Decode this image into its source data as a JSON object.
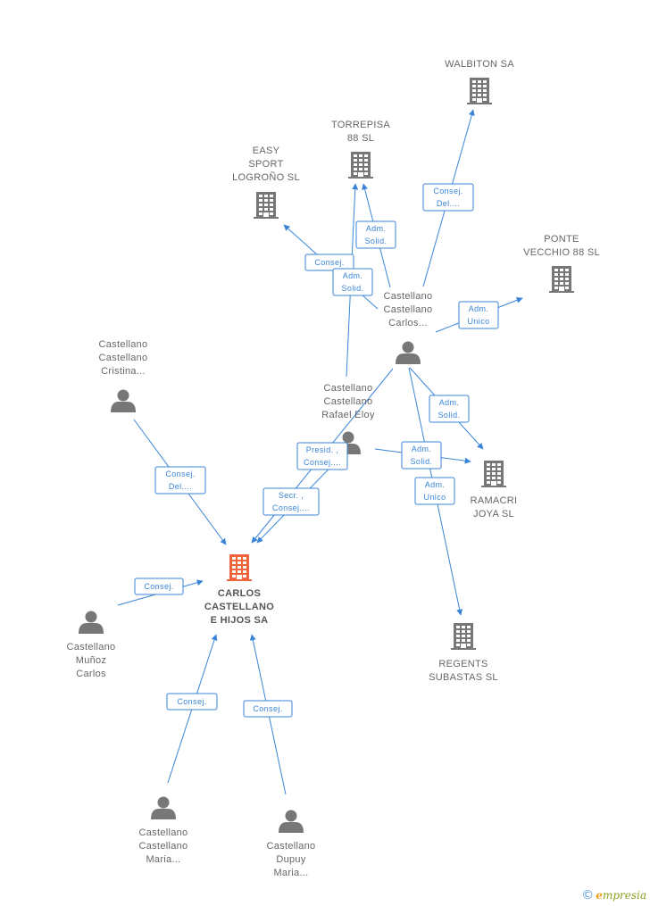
{
  "nodes": [
    {
      "id": "carlos_hijos",
      "kind": "company",
      "main": true,
      "lines": [
        "CARLOS",
        "CASTELLANO",
        "E HIJOS SA"
      ]
    },
    {
      "id": "walbiton",
      "kind": "company",
      "lines": [
        "WALBITON SA"
      ]
    },
    {
      "id": "torrepisa",
      "kind": "company",
      "lines": [
        "TORREPISA",
        "88  SL"
      ]
    },
    {
      "id": "easy",
      "kind": "company",
      "lines": [
        "EASY",
        "SPORT",
        "LOGROÑO  SL"
      ]
    },
    {
      "id": "ponte",
      "kind": "company",
      "lines": [
        "PONTE",
        "VECCHIO 88  SL"
      ]
    },
    {
      "id": "ramacri",
      "kind": "company",
      "lines": [
        "RAMACRI",
        "JOYA SL"
      ]
    },
    {
      "id": "regents",
      "kind": "company",
      "lines": [
        "REGENTS",
        "SUBASTAS SL"
      ]
    },
    {
      "id": "cc_carlos",
      "kind": "person",
      "lines": [
        "Castellano",
        "Castellano",
        "Carlos..."
      ]
    },
    {
      "id": "cc_rafael",
      "kind": "person",
      "lines": [
        "Castellano",
        "Castellano",
        "Rafael Eloy"
      ]
    },
    {
      "id": "cc_cristina",
      "kind": "person",
      "lines": [
        "Castellano",
        "Castellano",
        "Cristina..."
      ]
    },
    {
      "id": "cm_carlos",
      "kind": "person",
      "lines": [
        "Castellano",
        "Muñoz",
        "Carlos"
      ]
    },
    {
      "id": "cc_maria",
      "kind": "person",
      "lines": [
        "Castellano",
        "Castellano",
        "Maria..."
      ]
    },
    {
      "id": "cd_maria",
      "kind": "person",
      "lines": [
        "Castellano",
        "Dupuy",
        "Maria..."
      ]
    }
  ],
  "edges": [
    {
      "from": "cc_carlos",
      "to": "walbiton",
      "lines": [
        "Consej.",
        "Del...."
      ]
    },
    {
      "from": "cc_carlos",
      "to": "torrepisa",
      "lines": [
        "Adm.",
        "Solid."
      ]
    },
    {
      "from": "cc_carlos",
      "to": "easy",
      "lines": [
        "Consej."
      ]
    },
    {
      "from": "cc_rafael",
      "to": "torrepisa",
      "lines": [
        "Adm.",
        "Solid."
      ]
    },
    {
      "from": "cc_carlos",
      "to": "ponte",
      "lines": [
        "Adm.",
        "Unico"
      ]
    },
    {
      "from": "cc_carlos",
      "to": "ramacri",
      "lines": [
        "Adm.",
        "Solid."
      ]
    },
    {
      "from": "cc_rafael",
      "to": "ramacri",
      "lines": [
        "Adm.",
        "Solid."
      ]
    },
    {
      "from": "cc_carlos",
      "to": "regents",
      "lines": [
        "Adm.",
        "Unico"
      ]
    },
    {
      "from": "cc_carlos",
      "to": "carlos_hijos",
      "lines": [
        "Presid. ,",
        "Consej...."
      ]
    },
    {
      "from": "cc_rafael",
      "to": "carlos_hijos",
      "lines": [
        "Secr. ,",
        "Consej...."
      ]
    },
    {
      "from": "cc_cristina",
      "to": "carlos_hijos",
      "lines": [
        "Consej.",
        "Del...."
      ]
    },
    {
      "from": "cm_carlos",
      "to": "carlos_hijos",
      "lines": [
        "Consej."
      ]
    },
    {
      "from": "cc_maria",
      "to": "carlos_hijos",
      "lines": [
        "Consej."
      ]
    },
    {
      "from": "cd_maria",
      "to": "carlos_hijos",
      "lines": [
        "Consej."
      ]
    }
  ],
  "colors": {
    "edge": "#3a85d8",
    "company": "#777777",
    "company_main": "#f0643c",
    "person": "#777777",
    "label": "#666666"
  },
  "brand": {
    "copyright": "©",
    "initial": "e",
    "name": "mpresia"
  }
}
